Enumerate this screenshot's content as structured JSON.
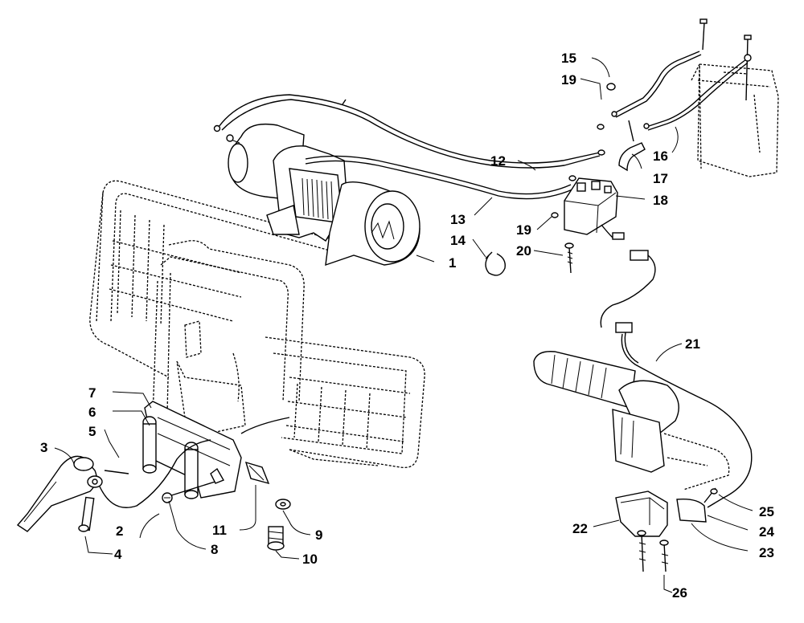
{
  "diagram": {
    "labels": {
      "p1": "1",
      "p2": "2",
      "p3": "3",
      "p4": "4",
      "p5": "5",
      "p6": "6",
      "p7": "7",
      "p8": "8",
      "p9": "9",
      "p10": "10",
      "p11": "11",
      "p12": "12",
      "p13": "13",
      "p14": "14",
      "p15": "15",
      "p16": "16",
      "p17": "17",
      "p18": "18",
      "p19a": "19",
      "p19b": "19",
      "p20": "20",
      "p21": "21",
      "p22": "22",
      "p23": "23",
      "p24": "24",
      "p25": "25",
      "p26": "26"
    },
    "colors": {
      "ink": "#000000",
      "paper": "#ffffff"
    }
  }
}
